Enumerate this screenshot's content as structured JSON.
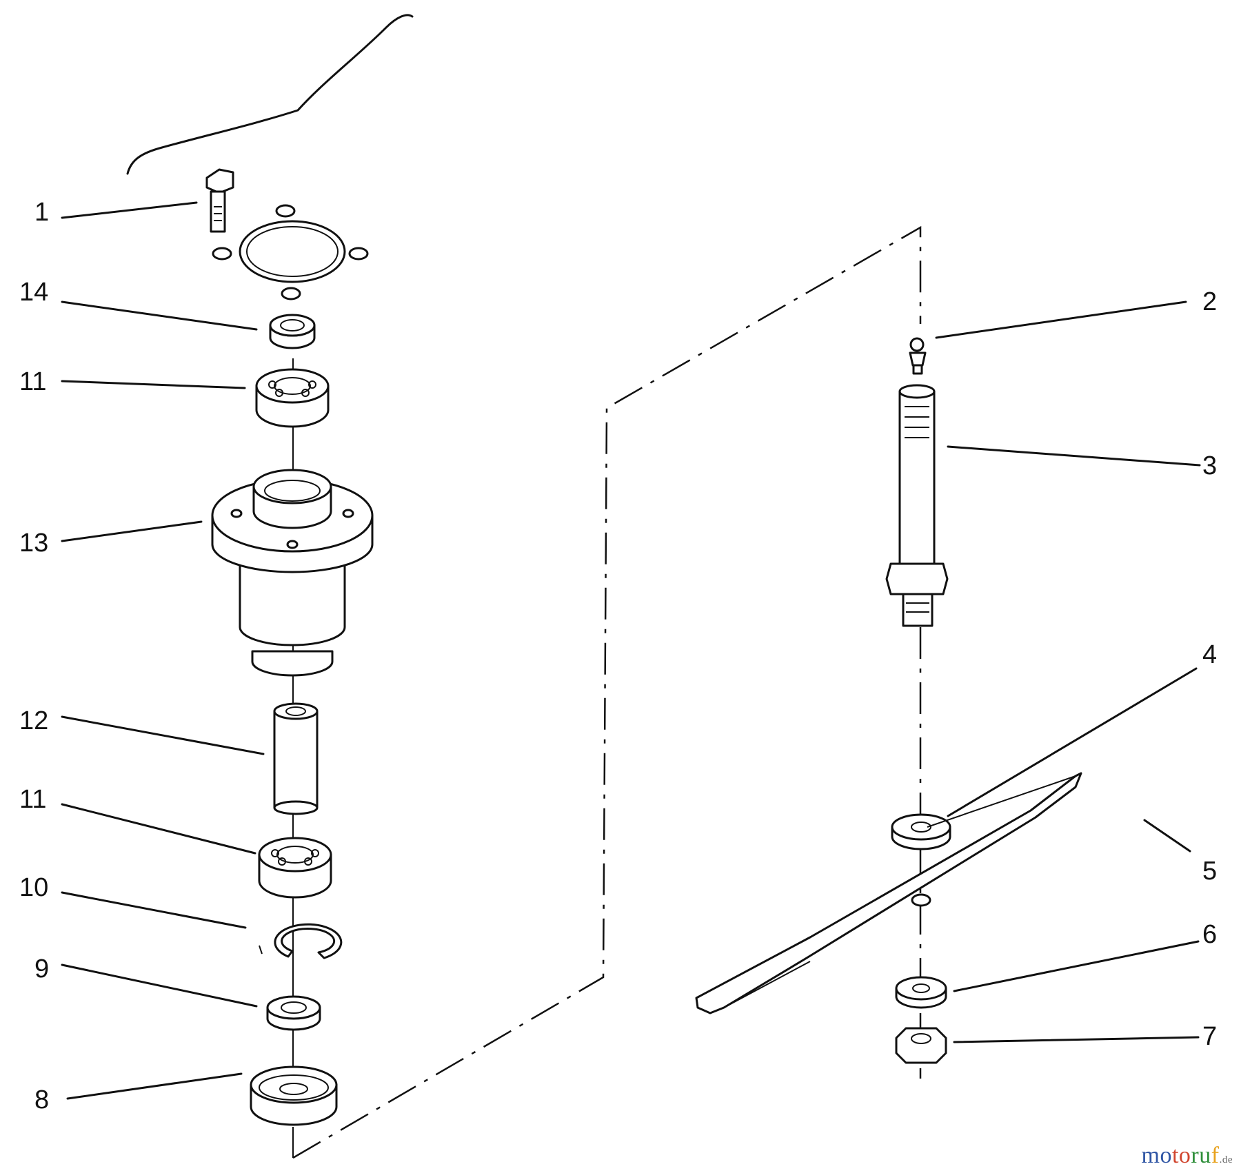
{
  "labels": {
    "n1": "1",
    "n2": "2",
    "n3": "3",
    "n4": "4",
    "n5": "5",
    "n6": "6",
    "n7": "7",
    "n8": "8",
    "n9": "9",
    "n10": "10",
    "n11a": "11",
    "n11b": "11",
    "n12": "12",
    "n13": "13",
    "n14": "14"
  },
  "watermark": {
    "part1": "mo",
    "part2": "to",
    "part3": "ru",
    "part4": "f",
    "tld": ".de"
  }
}
